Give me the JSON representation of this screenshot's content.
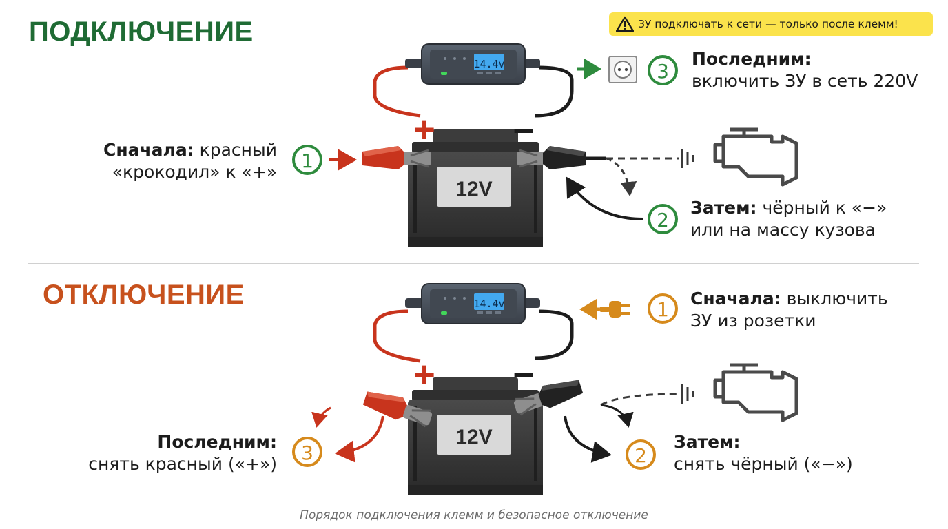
{
  "sections": {
    "connect_title": "ПОДКЛЮЧЕНИЕ",
    "disconnect_title": "ОТКЛЮЧЕНИЕ"
  },
  "warning": {
    "text": "ЗУ подключать к сети — только после клемм!",
    "icon": "warning-triangle-icon"
  },
  "battery": {
    "voltage_label": "12V"
  },
  "charger": {
    "display": "14.4",
    "display_unit": "v"
  },
  "terminals": {
    "plus": "+",
    "minus": "−"
  },
  "connect_steps": [
    {
      "number": "1",
      "title": "Сначала:",
      "text_line1": " красный",
      "text_line2": "«крокодил» к «+»"
    },
    {
      "number": "2",
      "title": "Затем:",
      "text_line1": " чёрный к «−»",
      "text_line2": "или на массу кузова"
    },
    {
      "number": "3",
      "title": "Последним:",
      "text_line1": "",
      "text_line2": "включить ЗУ в сеть 220V"
    }
  ],
  "disconnect_steps": [
    {
      "number": "1",
      "title": "Сначала:",
      "text_line1": " выключить",
      "text_line2": "ЗУ из розетки"
    },
    {
      "number": "2",
      "title": "Затем:",
      "text_line1": "",
      "text_line2": "снять чёрный («−»)"
    },
    {
      "number": "3",
      "title": "Последним:",
      "text_line1": "",
      "text_line2": "снять красный («+»)"
    }
  ],
  "caption": "Порядок подключения клемм и безопасное отключение",
  "colors": {
    "connect": "#1f6b34",
    "disconnect": "#c7511d",
    "step_green": "#2e8b3d",
    "step_orange": "#d68a1c",
    "red_wire": "#c8341d",
    "warning_bg": "#fbe34c"
  },
  "icons": [
    "engine-icon",
    "ground-icon",
    "socket-icon",
    "plug-icon",
    "arrow-icon"
  ]
}
